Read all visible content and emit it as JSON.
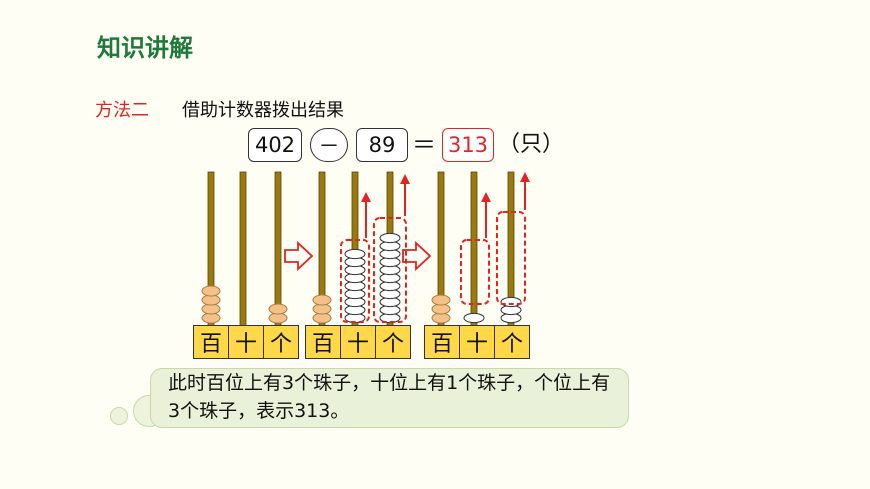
{
  "title": "知识讲解",
  "method": {
    "label": "方法二",
    "description": "借助计数器拨出结果"
  },
  "equation": {
    "minuend": "402",
    "operator": "－",
    "subtrahend": "89",
    "equals": "＝",
    "result": "313",
    "unit": "（只）"
  },
  "place_labels": [
    "百",
    "十",
    "个"
  ],
  "abacus_states": [
    {
      "beads": [
        4,
        0,
        2
      ]
    },
    {
      "beads": [
        3,
        9,
        11
      ]
    },
    {
      "beads": [
        3,
        1,
        3
      ]
    }
  ],
  "explanation": "此时百位上有3个珠子，十位上有1个珠子，个位上有3个珠子，表示313。",
  "colors": {
    "title": "#1F7A3A",
    "accent_red": "#E02424",
    "rod": "#9A7A10",
    "bead": "#F2C28A",
    "label_box": "#FFD84A",
    "bubble": "#E9F2D8"
  }
}
